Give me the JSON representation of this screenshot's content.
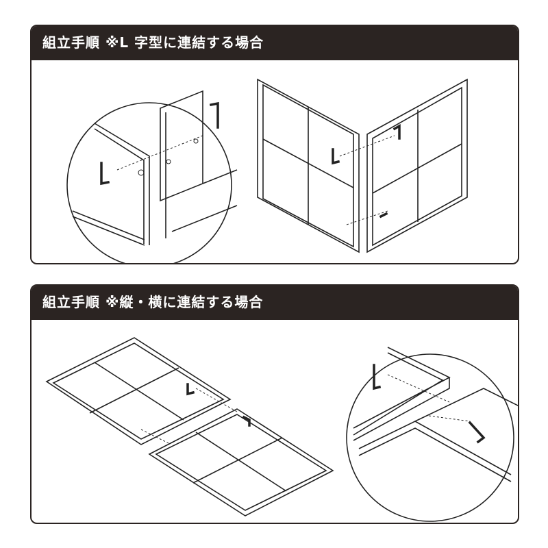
{
  "sections": [
    {
      "title": "組立手順 ※L 字型に連結する場合"
    },
    {
      "title": "組立手順 ※縦・横に連結する場合"
    }
  ],
  "icons": [
    "l-shape-detail-illustration",
    "l-shape-frames-illustration",
    "flat-frames-illustration",
    "flat-detail-illustration"
  ],
  "colors": {
    "header": "#2b2422",
    "text": "#ffffff",
    "line": "#222222"
  }
}
